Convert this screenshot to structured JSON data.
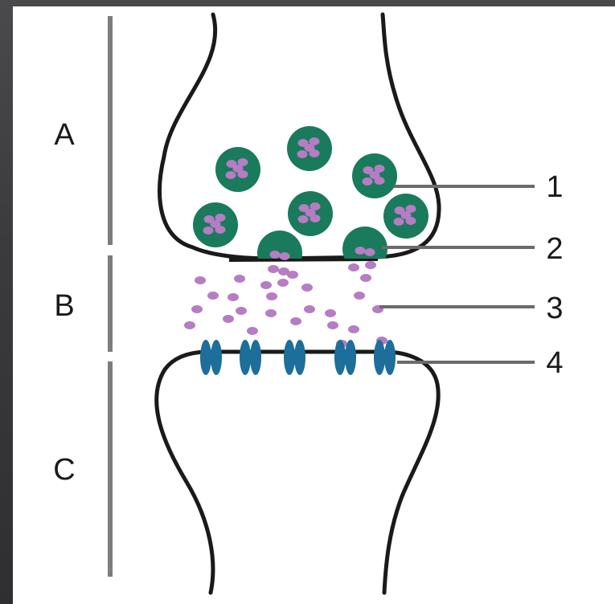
{
  "figure": {
    "segments": [
      {
        "label": "A"
      },
      {
        "label": "B"
      },
      {
        "label": "C"
      }
    ],
    "callouts": [
      {
        "number": "1"
      },
      {
        "number": "2"
      },
      {
        "number": "3"
      },
      {
        "number": "4"
      }
    ],
    "colors": {
      "vesicle": "#1a7a5c",
      "neurotransmitter": "#b67cc4",
      "receptor": "#1d6e9a",
      "membrane": "#1a1a1a",
      "leader_line": "#6b6b6b",
      "segment_bar": "#7d7d7d",
      "background": "#ffffff"
    }
  }
}
